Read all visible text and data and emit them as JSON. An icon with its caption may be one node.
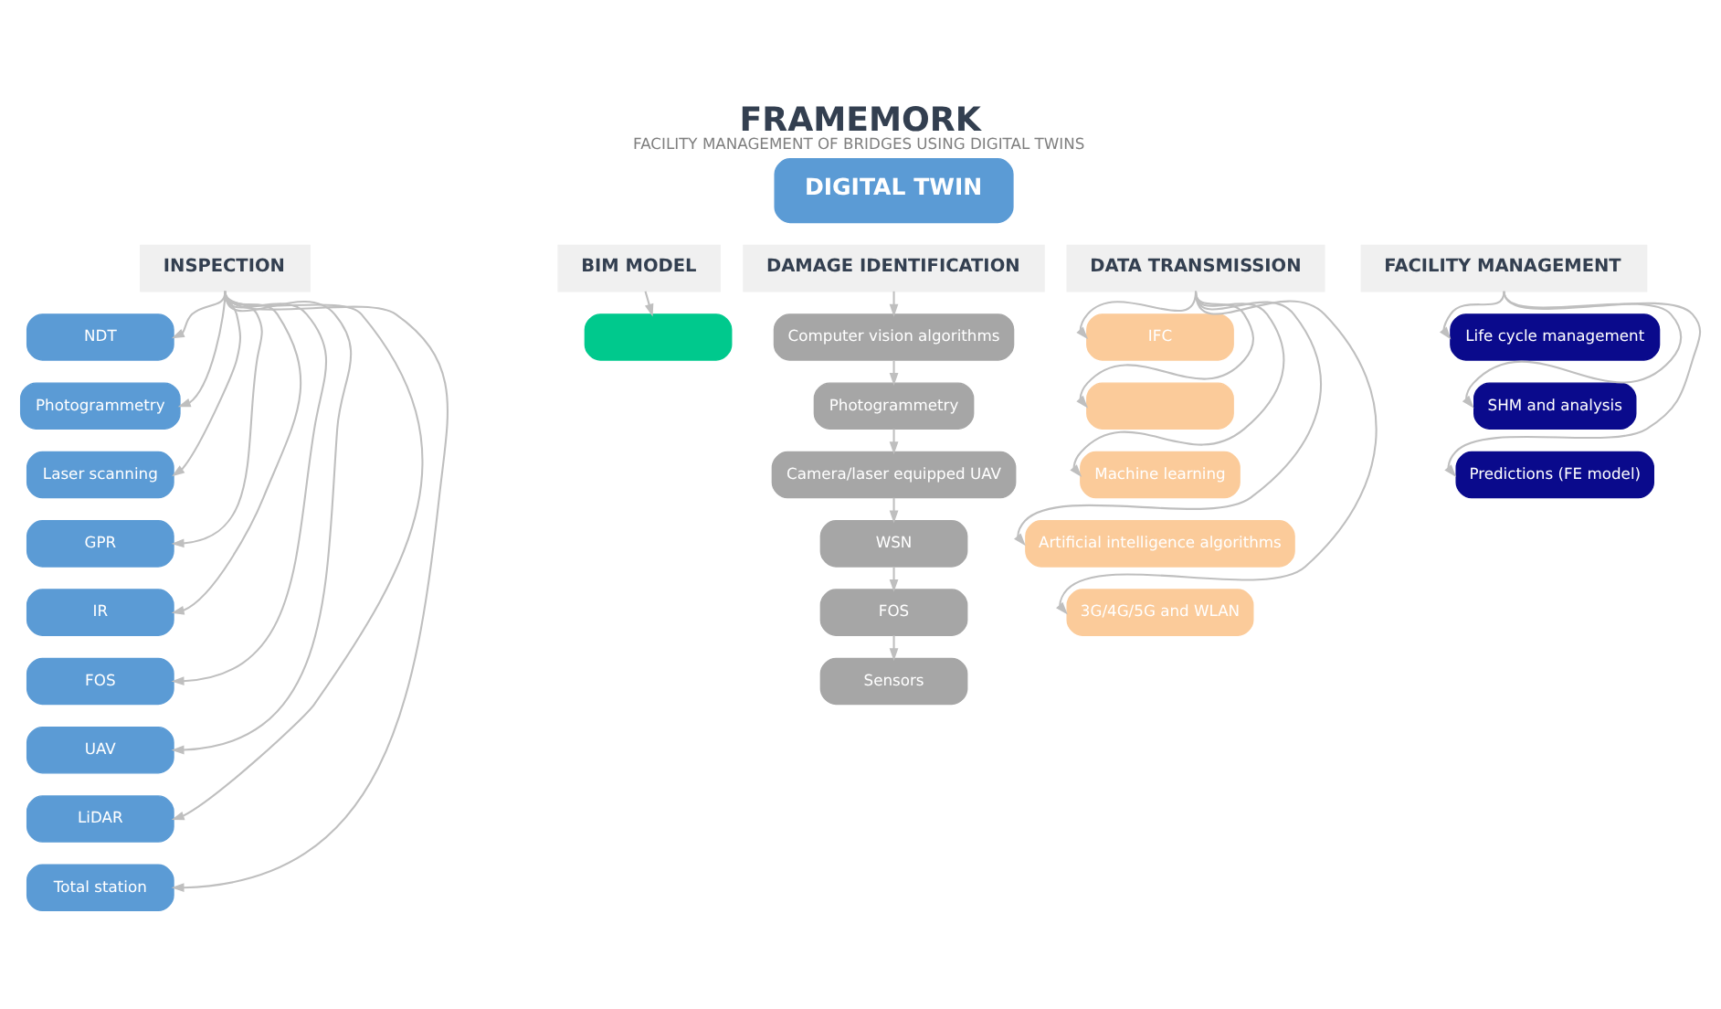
{
  "diagram": {
    "title": "FRAMEMORK",
    "caption": "FACILITY MANAGEMENT OF BRIDGES USING DIGITAL TWINS",
    "nodes": [
      {
        "text": [
          "DIGITAL TWIN"
        ]
      },
      {
        "text": [
          "INSPECTION"
        ]
      },
      {
        "text": [
          "BIM MODEL"
        ]
      },
      {
        "text": [
          "DAMAGE IDENTIFICATION"
        ]
      },
      {
        "text": [
          "DATA TRANSMISSION"
        ]
      },
      {
        "text": [
          "FACILITY MANAGEMENT"
        ]
      },
      {
        "text": [
          "NDT"
        ]
      },
      {
        "text": [
          "Photogrammetry"
        ]
      },
      {
        "text": [
          "Laser scanning"
        ]
      },
      {
        "text": [
          "GPR"
        ]
      },
      {
        "text": [
          "IR"
        ]
      },
      {
        "text": [
          "FOS"
        ]
      },
      {
        "text": [
          "UAV"
        ]
      },
      {
        "text": [
          "LiDAR"
        ]
      },
      {
        "text": [
          "Total station"
        ]
      },
      {
        "text": [],
        "shape": "box"
      },
      {
        "text": [
          "Computer vision algorithms"
        ]
      },
      {
        "text": [
          "Photogrammetry"
        ]
      },
      {
        "text": [
          "Camera/laser equipped UAV"
        ]
      },
      {
        "text": [
          "WSN"
        ]
      },
      {
        "text": [
          "FOS"
        ]
      },
      {
        "text": [
          "Sensors"
        ]
      },
      {
        "text": [
          "IFC"
        ]
      },
      {
        "text": [],
        "shape": "box"
      },
      {
        "text": [
          "Machine learning"
        ]
      },
      {
        "text": [
          "Artificial intelligence algorithms"
        ]
      },
      {
        "text": [
          "3G/4G/5G and WLAN"
        ]
      },
      {
        "text": [
          "Life cycle management"
        ]
      },
      {
        "text": [
          "SHM and analysis"
        ]
      },
      {
        "text": [
          "Predictions (FE model)"
        ]
      }
    ],
    "edges": [
      {
        "from": 1,
        "to": 6,
        "arrow": "to"
      },
      {
        "from": 1,
        "to": 7,
        "arrow": "to"
      },
      {
        "from": 1,
        "to": 8,
        "arrow": "to"
      },
      {
        "from": 1,
        "to": 9,
        "arrow": "to"
      },
      {
        "from": 1,
        "to": 10,
        "arrow": "to"
      },
      {
        "from": 1,
        "to": 11,
        "arrow": "to"
      },
      {
        "from": 1,
        "to": 12,
        "arrow": "to"
      },
      {
        "from": 1,
        "to": 13,
        "arrow": "to"
      },
      {
        "from": 1,
        "to": 14,
        "arrow": "to"
      },
      {
        "from": 2,
        "to": 15,
        "arrow": "to"
      },
      {
        "from": 3,
        "to": 16,
        "arrow": "to"
      },
      {
        "from": 16,
        "to": 17,
        "arrow": "to"
      },
      {
        "from": 17,
        "to": 18,
        "arrow": "to"
      },
      {
        "from": 18,
        "to": 19,
        "arrow": "to"
      },
      {
        "from": 19,
        "to": 20,
        "arrow": "to"
      },
      {
        "from": 20,
        "to": 21,
        "arrow": "to"
      },
      {
        "from": 4,
        "to": 22,
        "arrow": "to"
      },
      {
        "from": 4,
        "to": 23,
        "arrow": "to"
      },
      {
        "from": 4,
        "to": 24,
        "arrow": "to"
      },
      {
        "from": 4,
        "to": 25,
        "arrow": "to"
      },
      {
        "from": 4,
        "to": 26,
        "arrow": "to"
      },
      {
        "from": 5,
        "to": 27,
        "arrow": "to"
      },
      {
        "from": 5,
        "to": 28,
        "arrow": "to"
      },
      {
        "from": 5,
        "to": 29,
        "arrow": "to"
      }
    ]
  }
}
